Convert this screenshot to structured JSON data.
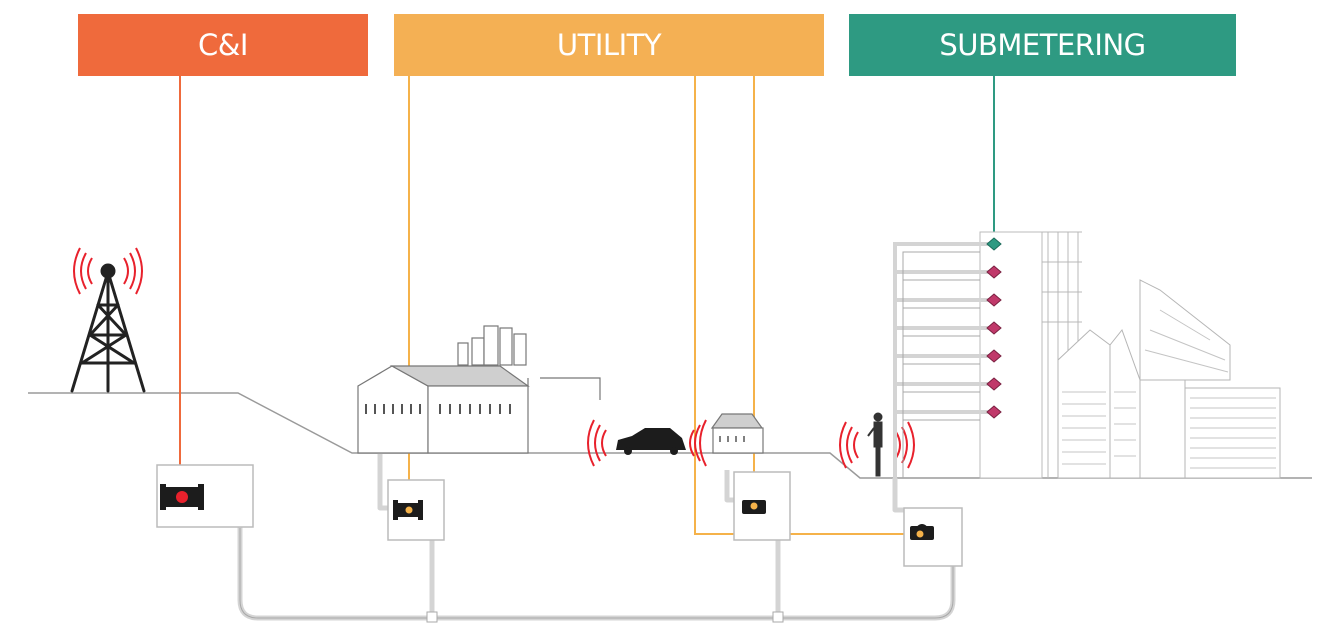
{
  "banners": {
    "ci": {
      "label": "C&I",
      "color": "#ef6a3c"
    },
    "utility": {
      "label": "UTILITY",
      "color": "#f4b054"
    },
    "submetering": {
      "label": "SUBMETERING",
      "color": "#2e9a82"
    }
  },
  "colors": {
    "ci_line": "#ef6a3c",
    "utility_line": "#f5b24a",
    "sub_line": "#2e9a82",
    "radio_waves": "#e8212c",
    "pipe": "#d6d6d6",
    "outline": "#9a9a9a",
    "meter_dark": "#1c1c1c"
  },
  "icons": [
    "cell-tower-icon",
    "factory-icon",
    "car-icon",
    "house-icon",
    "person-icon",
    "apartment-building-icon",
    "city-buildings-icon",
    "water-meter-icon",
    "radio-wave-icon"
  ]
}
